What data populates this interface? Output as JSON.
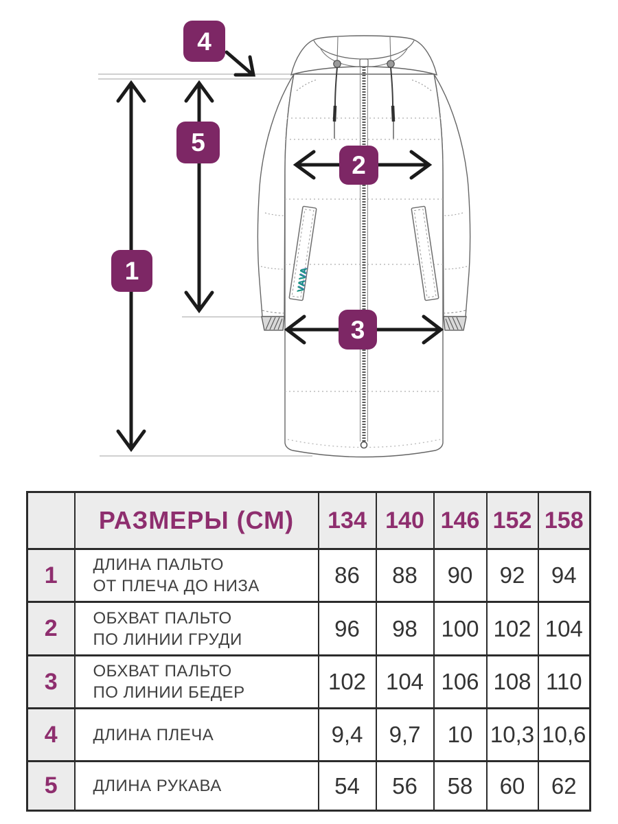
{
  "diagram": {
    "badges": {
      "one": "1",
      "two": "2",
      "three": "3",
      "four": "4",
      "five": "5"
    },
    "logo": "VAVA"
  },
  "table": {
    "size_header": "РАЗМЕРЫ (СМ)",
    "sizes": [
      "134",
      "140",
      "146",
      "152",
      "158"
    ],
    "rows": [
      {
        "num": "1",
        "label": "ДЛИНА ПАЛЬТО\nОТ ПЛЕЧА ДО НИЗА",
        "values": [
          "86",
          "88",
          "90",
          "92",
          "94"
        ]
      },
      {
        "num": "2",
        "label": "ОБХВАТ ПАЛЬТО\nПО ЛИНИИ ГРУДИ",
        "values": [
          "96",
          "98",
          "100",
          "102",
          "104"
        ]
      },
      {
        "num": "3",
        "label": "ОБХВАТ ПАЛЬТО\nПО ЛИНИИ БЕДЕР",
        "values": [
          "102",
          "104",
          "106",
          "108",
          "110"
        ]
      },
      {
        "num": "4",
        "label": "ДЛИНА ПЛЕЧА",
        "values": [
          "9,4",
          "9,7",
          "10",
          "10,3",
          "10,6"
        ]
      },
      {
        "num": "5",
        "label": "ДЛИНА РУКАВА",
        "values": [
          "54",
          "56",
          "58",
          "60",
          "62"
        ]
      }
    ]
  },
  "colors": {
    "badge_magenta": "#7d2765",
    "table_header_text": "#8e2e6e",
    "table_border": "#2b2b2b",
    "cell_gray": "#ececec",
    "label_text": "#3f3f3f",
    "value_text": "#333333",
    "arrow_black": "#1b1b1b",
    "coat_outline": "#666666",
    "guide_gray": "#b5b5b5",
    "logo_teal": "#14967e",
    "logo_blue": "#2e5fae"
  }
}
